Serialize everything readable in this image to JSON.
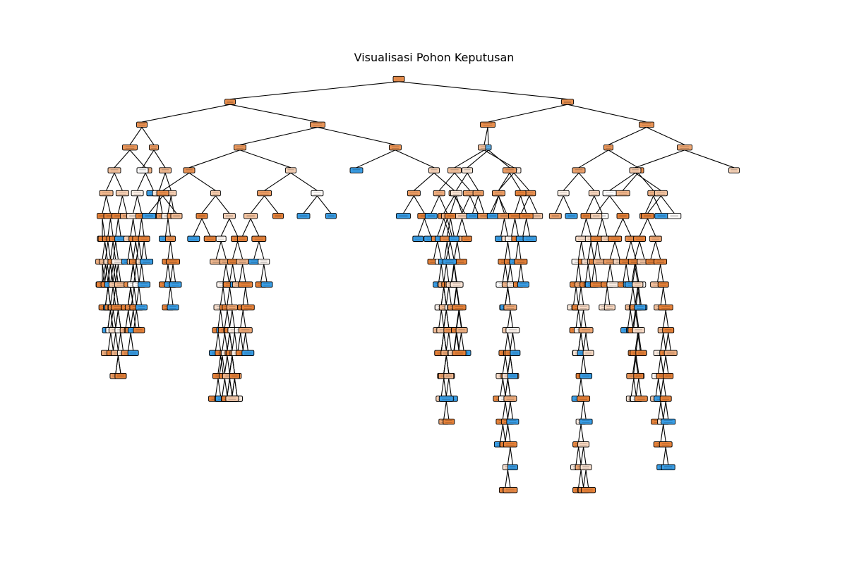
{
  "figure": {
    "title": "Visualisasi Pohon Keputusan"
  },
  "colors": {
    "class_0": "#e58139",
    "class_1": "#399de5",
    "edge": "#000000",
    "background": "#ffffff"
  },
  "tree": {
    "type": "decision-tree",
    "labels_legible": false,
    "max_depth_shown": 18
  }
}
